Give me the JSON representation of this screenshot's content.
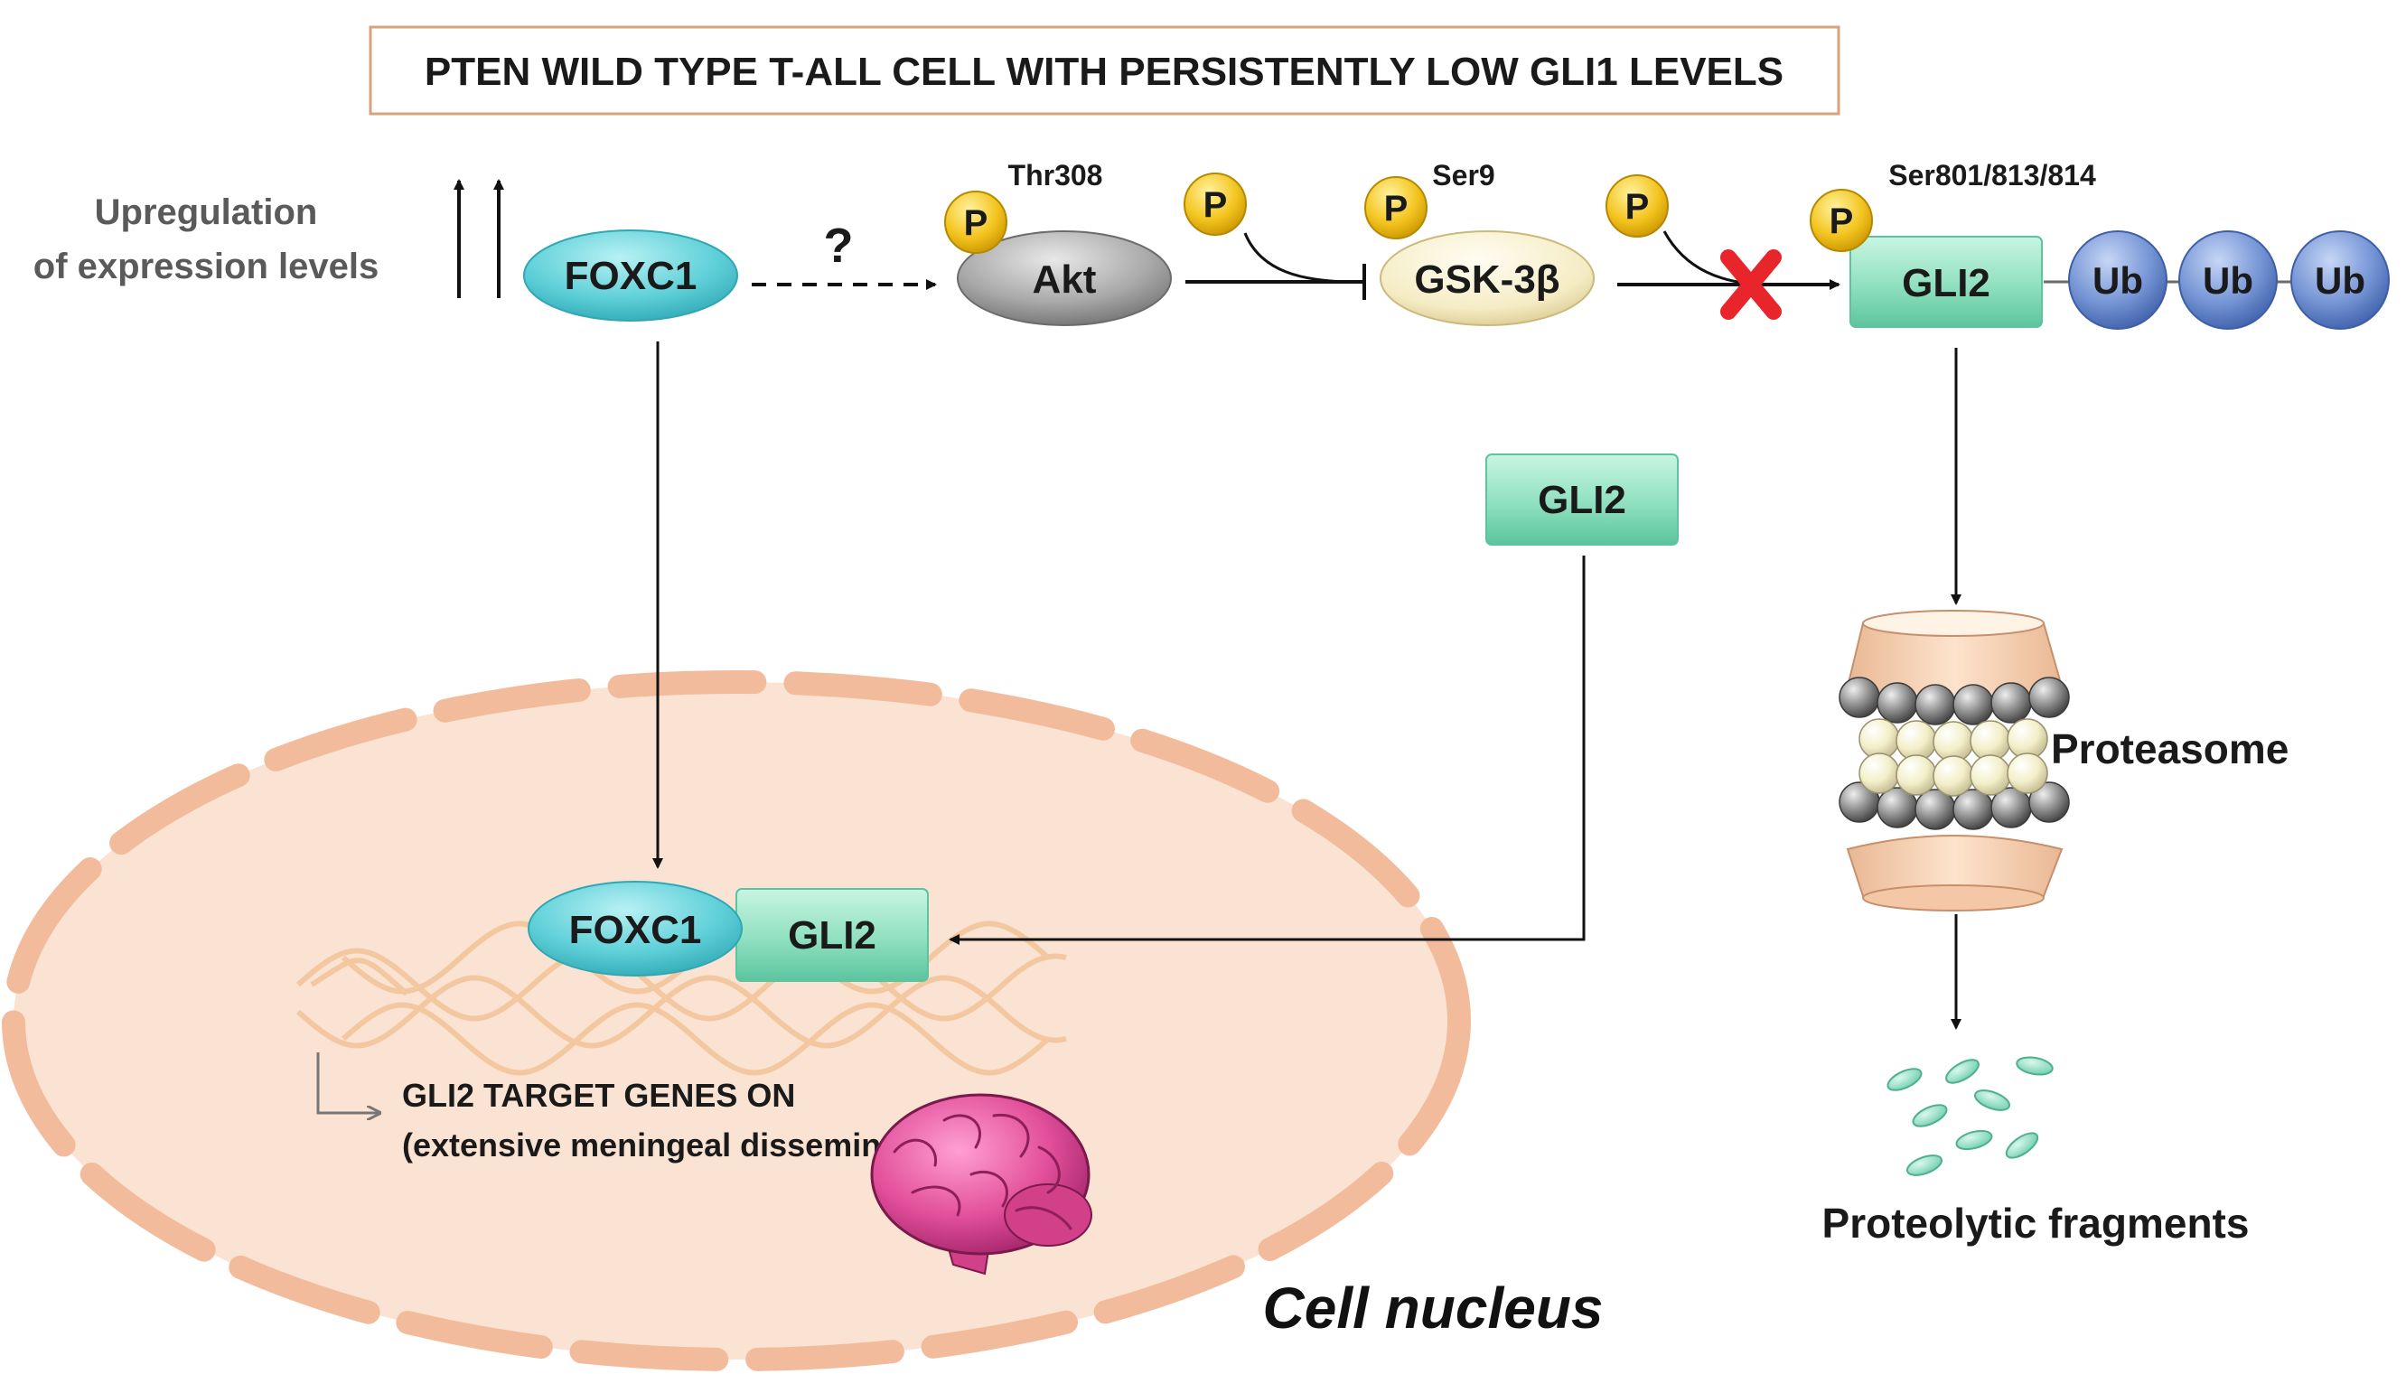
{
  "title": "PTEN WILD TYPE T-ALL CELL WITH PERSISTENTLY LOW GLI1 LEVELS",
  "upregulation": {
    "line1": "Upregulation",
    "line2": "of expression levels"
  },
  "question_mark": "?",
  "nodes": {
    "foxc1_top": "FOXC1",
    "akt": "Akt",
    "gsk3b": "GSK-3β",
    "gli2_top": "GLI2",
    "gli2_mid": "GLI2",
    "foxc1_nucleus": "FOXC1",
    "gli2_nucleus": "GLI2",
    "ub": [
      "Ub",
      "Ub",
      "Ub"
    ]
  },
  "phospho": {
    "symbol": "P",
    "akt_site": "Thr308",
    "gsk3b_site": "Ser9",
    "gli2_site": "Ser801/813/814"
  },
  "target_genes": {
    "line1": "GLI2 TARGET GENES ON",
    "line2": "(extensive meningeal dissemination)"
  },
  "proteasome_label": "Proteasome",
  "fragments_label": "Proteolytic fragments",
  "nucleus_label": "Cell nucleus",
  "colors": {
    "title_border": "#d9a27f",
    "foxc1": "#5fd0d8",
    "akt": "#a9a9a9",
    "gsk3b": "#f5ecc4",
    "gli2": "#8fe0c0",
    "ub": "#6f8fd0",
    "phospho": "#f3c41f",
    "nucleus_fill": "#fbe3d3",
    "nucleus_border": "#f2bc9c",
    "inhibit_x": "#e8252a",
    "brain": "#e24f9a"
  }
}
